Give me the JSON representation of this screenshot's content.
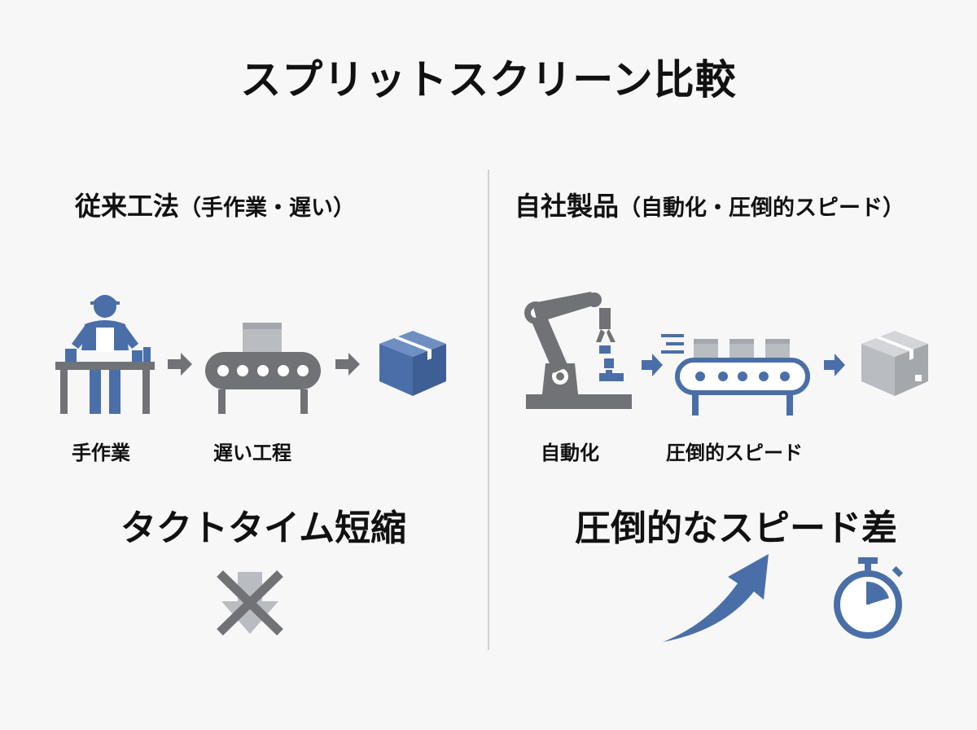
{
  "title": "スプリットスクリーン比較",
  "left": {
    "heading": "従来工法",
    "heading_sub": "（手作業・遅い）",
    "label_worker": "手作業",
    "label_conveyor": "遅い工程",
    "headline": "タクトタイム短縮"
  },
  "right": {
    "heading": "自社製品",
    "heading_sub": "（自動化・圧倒的スピード）",
    "label_robot": "自動化",
    "label_conveyor": "圧倒的スピード",
    "headline": "圧倒的なスピード差"
  },
  "colors": {
    "blue": "#4a6fa8",
    "gray": "#707276",
    "light_gray": "#b9bcc1",
    "divider": "#cfd2d6"
  }
}
